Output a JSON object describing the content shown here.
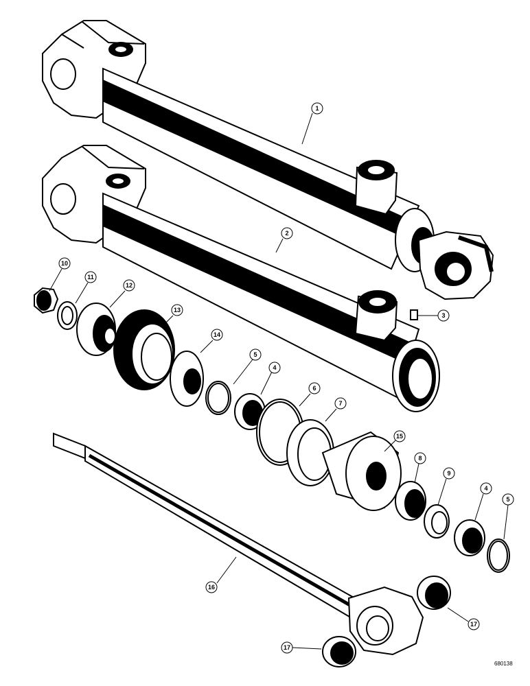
{
  "diagram": {
    "figure_code": "680138",
    "parts": [
      {
        "id": "p1",
        "label": "1",
        "name": "cylinder-assembly"
      },
      {
        "id": "p2",
        "label": "2",
        "name": "cylinder-tube"
      },
      {
        "id": "p3",
        "label": "3",
        "name": "set-screw"
      },
      {
        "id": "p4a",
        "label": "4",
        "name": "wear-ring"
      },
      {
        "id": "p5a",
        "label": "5",
        "name": "o-ring"
      },
      {
        "id": "p6",
        "label": "6",
        "name": "o-ring-large"
      },
      {
        "id": "p7",
        "label": "7",
        "name": "backup-ring"
      },
      {
        "id": "p8",
        "label": "8",
        "name": "rod-seal"
      },
      {
        "id": "p9",
        "label": "9",
        "name": "wiper-ring"
      },
      {
        "id": "p4b",
        "label": "4",
        "name": "wear-ring"
      },
      {
        "id": "p5b",
        "label": "5",
        "name": "o-ring"
      },
      {
        "id": "p10",
        "label": "10",
        "name": "nut"
      },
      {
        "id": "p11",
        "label": "11",
        "name": "washer"
      },
      {
        "id": "p12",
        "label": "12",
        "name": "piston-half"
      },
      {
        "id": "p13",
        "label": "13",
        "name": "piston-seal"
      },
      {
        "id": "p14",
        "label": "14",
        "name": "piston-half"
      },
      {
        "id": "p15",
        "label": "15",
        "name": "gland"
      },
      {
        "id": "p16",
        "label": "16",
        "name": "piston-rod"
      },
      {
        "id": "p17a",
        "label": "17",
        "name": "bushing"
      },
      {
        "id": "p17b",
        "label": "17",
        "name": "bushing"
      }
    ]
  }
}
